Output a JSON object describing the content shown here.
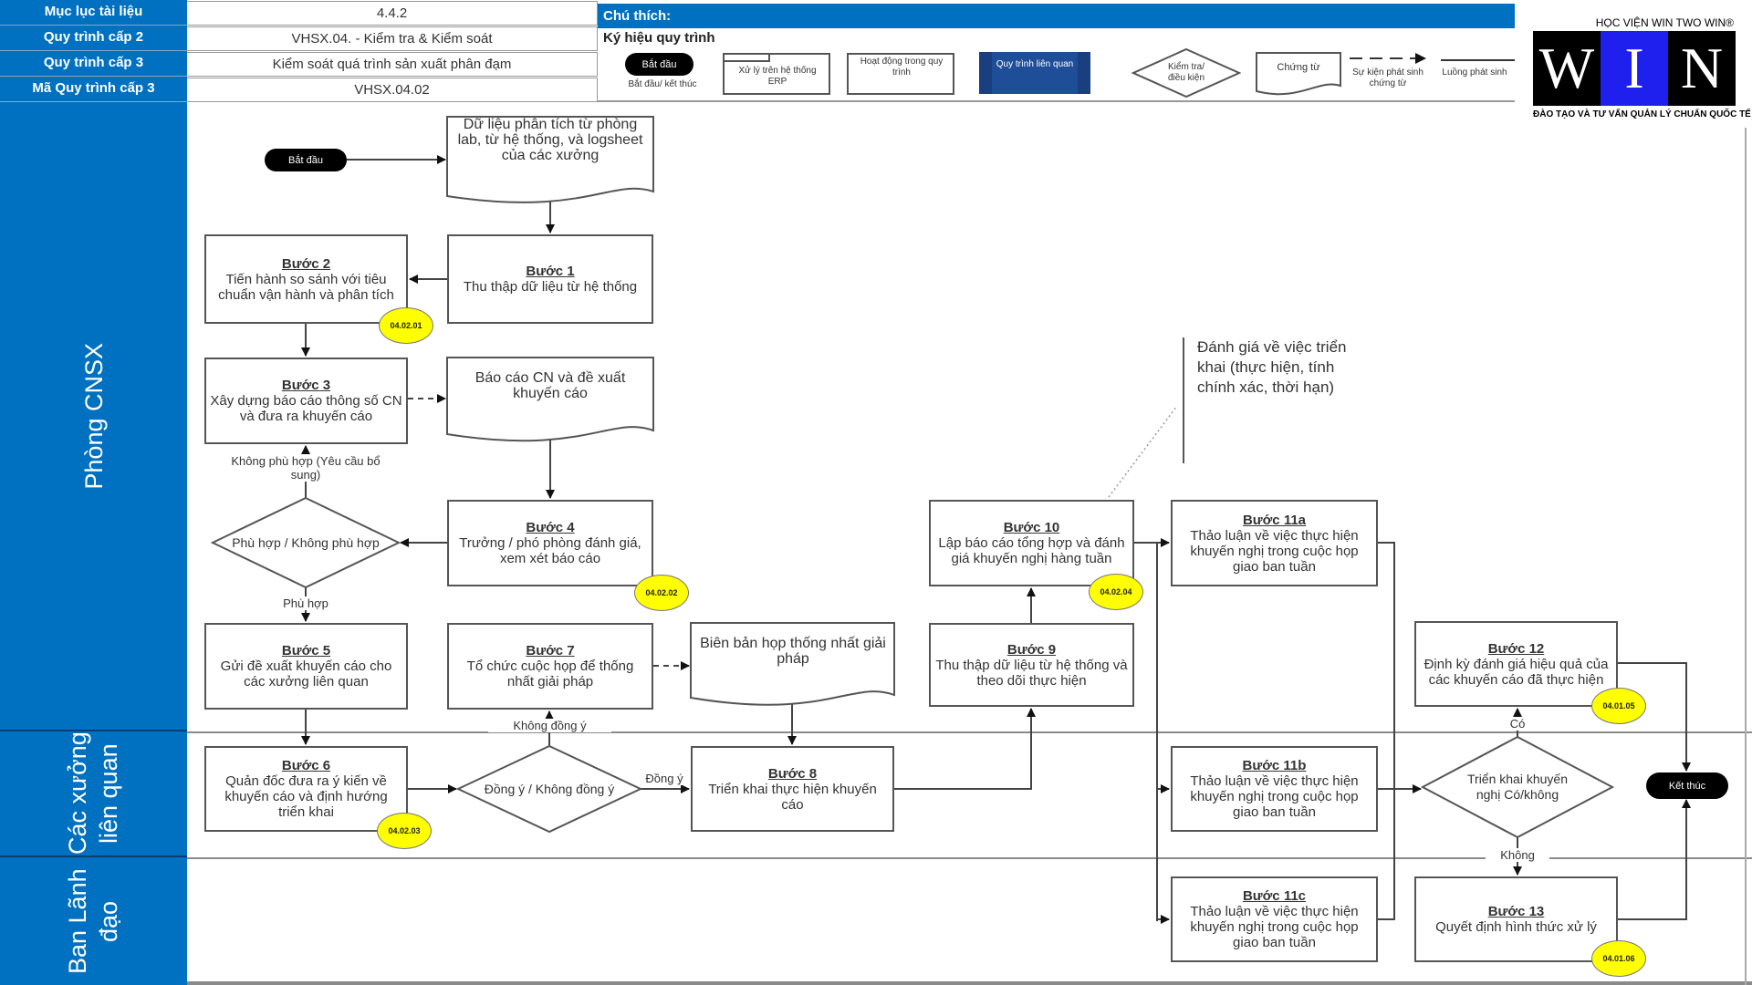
{
  "header": {
    "rows": [
      {
        "label": "Mục lục tài liệu",
        "value": "4.4.2"
      },
      {
        "label": "Quy trình cấp 2",
        "value": "VHSX.04. - Kiểm tra & Kiểm soát"
      },
      {
        "label": "Quy trình cấp 3",
        "value": "Kiểm soát quá trình sản xuất phân đạm"
      },
      {
        "label": "Mã Quy trình cấp 3",
        "value": "VHSX.04.02"
      }
    ]
  },
  "legend": {
    "title": "Chú thích:",
    "subtitle": "Ký hiệu quy trình",
    "items": [
      {
        "name": "start-end",
        "shape_label": "Bắt đầu",
        "caption": "Bắt đầu/ kết thúc"
      },
      {
        "name": "erp",
        "shape_label": "Xử lý trên hệ thống ERP",
        "caption": ""
      },
      {
        "name": "activity",
        "shape_label": "Hoạt động trong quy trình",
        "caption": ""
      },
      {
        "name": "related-process",
        "shape_label": "Quy trình liên quan",
        "caption": ""
      },
      {
        "name": "decision",
        "shape_label": "Kiểm tra/ điều kiện",
        "caption": ""
      },
      {
        "name": "document",
        "shape_label": "Chứng từ",
        "caption": ""
      },
      {
        "name": "document-flow",
        "shape_label": "",
        "caption": "Sự kiện phát sinh chứng từ"
      },
      {
        "name": "flow",
        "shape_label": "",
        "caption": "Luồng phát sinh"
      }
    ],
    "colors": {
      "header_blue": "#0070c0",
      "related_blue": "#1f4e99",
      "badge_yellow": "#ffff00"
    }
  },
  "logo": {
    "top": "HỌC VIỆN WIN TWO WIN®",
    "letters": [
      "W",
      "I",
      "N"
    ],
    "subtitle": "ĐÀO TẠO VÀ TƯ VẤN QUẢN LÝ CHUẨN QUỐC TẾ"
  },
  "lanes": [
    {
      "name": "Phòng CNSX"
    },
    {
      "name": "Các xưởng liên quan"
    },
    {
      "name": "Ban Lãnh đạo"
    }
  ],
  "flow": {
    "start": "Bắt đầu",
    "end": "Kết thúc",
    "documents": {
      "doc1": "Dữ liệu phân tích từ phòng lab, từ hệ thống, và logsheet của các xưởng",
      "doc2": "Báo cáo CN và đề xuất khuyến cáo",
      "doc3": "Biên bản họp thống nhất giải pháp"
    },
    "steps": {
      "b1": {
        "title": "Bước 1",
        "text": "Thu thập dữ liệu từ hệ thống"
      },
      "b2": {
        "title": "Bước 2",
        "text": "Tiến hành so sánh với tiêu chuẩn vận hành và phân tích",
        "badge": "04.02.01"
      },
      "b3": {
        "title": "Bước 3",
        "text": "Xây dựng báo cáo thông số CN và đưa ra khuyến cáo"
      },
      "b4": {
        "title": "Bước 4",
        "text": "Trưởng / phó phòng đánh giá, xem xét báo cáo",
        "badge": "04.02.02"
      },
      "b5": {
        "title": "Bước 5",
        "text": "Gửi đề xuất khuyến cáo cho các xưởng liên quan"
      },
      "b6": {
        "title": "Bước 6",
        "text": "Quản đốc đưa ra ý kiến về khuyến cáo và định hướng triển khai",
        "badge": "04.02.03"
      },
      "b7": {
        "title": "Bước 7",
        "text": "Tổ chức cuộc họp để thống nhất giải pháp"
      },
      "b8": {
        "title": "Bước 8",
        "text": "Triển khai thực hiện khuyến cáo"
      },
      "b9": {
        "title": "Bước 9",
        "text": "Thu thập dữ liệu từ hệ thống và theo dõi thực hiện"
      },
      "b10": {
        "title": "Bước 10",
        "text": "Lập báo cáo tổng hợp và đánh giá khuyến nghị hàng tuần",
        "badge": "04.02.04"
      },
      "b11a": {
        "title": "Bước 11a",
        "text": "Thảo luận về việc thực hiện khuyến nghị trong cuộc họp giao ban tuần"
      },
      "b11b": {
        "title": "Bước 11b",
        "text": "Thảo luận về việc thực hiện khuyến nghị trong cuộc họp giao ban tuần"
      },
      "b11c": {
        "title": "Bước 11c",
        "text": "Thảo luận về việc thực hiện khuyến nghị trong cuộc họp giao ban tuần"
      },
      "b12": {
        "title": "Bước 12",
        "text": "Định kỳ đánh giá hiệu quả của các khuyến cáo đã thực hiện",
        "badge": "04.01.05"
      },
      "b13": {
        "title": "Bước 13",
        "text": "Quyết định hình thức xử lý",
        "badge": "04.01.06"
      }
    },
    "decisions": {
      "d1": "Phù hợp / Không phù hợp",
      "d2": "Đồng ý / Không đồng ý",
      "d3": "Triển khai khuyến nghị Có/không"
    },
    "edge_labels": {
      "not_fit": "Không phù hợp (Yêu cầu bổ sung)",
      "fit": "Phù hợp",
      "disagree": "Không đồng ý",
      "agree": "Đồng ý",
      "yes": "Có",
      "no": "Không"
    },
    "note": "Đánh giá về việc triển khai (thực hiện, tính chính xác, thời hạn)"
  }
}
